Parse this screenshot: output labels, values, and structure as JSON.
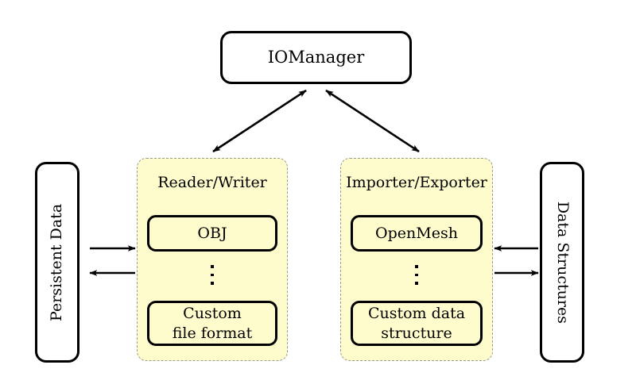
{
  "diagram": {
    "title": "IOManager architecture diagram",
    "colors": {
      "panel_fill": "#fefccd",
      "panel_border": "#9a9a90",
      "node_stroke": "#000000",
      "background": "#ffffff"
    },
    "manager": {
      "label": "IOManager"
    },
    "left_store": {
      "label": "Persistent Data",
      "orientation": "rotated-ccw"
    },
    "right_store": {
      "label": "Data Structures",
      "orientation": "rotated-cw"
    },
    "panels": [
      {
        "id": "reader-writer",
        "title": "Reader/Writer",
        "items": [
          {
            "label": "OBJ"
          },
          {
            "label": "Custom\nfile format",
            "line1": "Custom",
            "line2": "file format"
          }
        ],
        "ellipsis": "⋮"
      },
      {
        "id": "importer-exporter",
        "title": "Importer/Exporter",
        "items": [
          {
            "label": "OpenMesh"
          },
          {
            "label": "Custom data\nstructure",
            "line1": "Custom data",
            "line2": "structure"
          }
        ],
        "ellipsis": "⋮"
      }
    ],
    "connections": [
      {
        "name": "manager-to-readerwriter",
        "from": "IOManager",
        "to": "Reader/Writer",
        "style": "double-headed-diagonal"
      },
      {
        "name": "manager-to-importerexporter",
        "from": "IOManager",
        "to": "Importer/Exporter",
        "style": "double-headed-diagonal"
      },
      {
        "name": "persistentdata-to-readerwriter",
        "from": "Persistent Data",
        "to": "Reader/Writer",
        "style": "single-headed-right"
      },
      {
        "name": "readerwriter-to-persistentdata",
        "from": "Reader/Writer",
        "to": "Persistent Data",
        "style": "single-headed-left"
      },
      {
        "name": "datastructures-to-importerexporter",
        "from": "Data Structures",
        "to": "Importer/Exporter",
        "style": "single-headed-left"
      },
      {
        "name": "importerexporter-to-datastructures",
        "from": "Importer/Exporter",
        "to": "Data Structures",
        "style": "single-headed-right"
      }
    ]
  }
}
